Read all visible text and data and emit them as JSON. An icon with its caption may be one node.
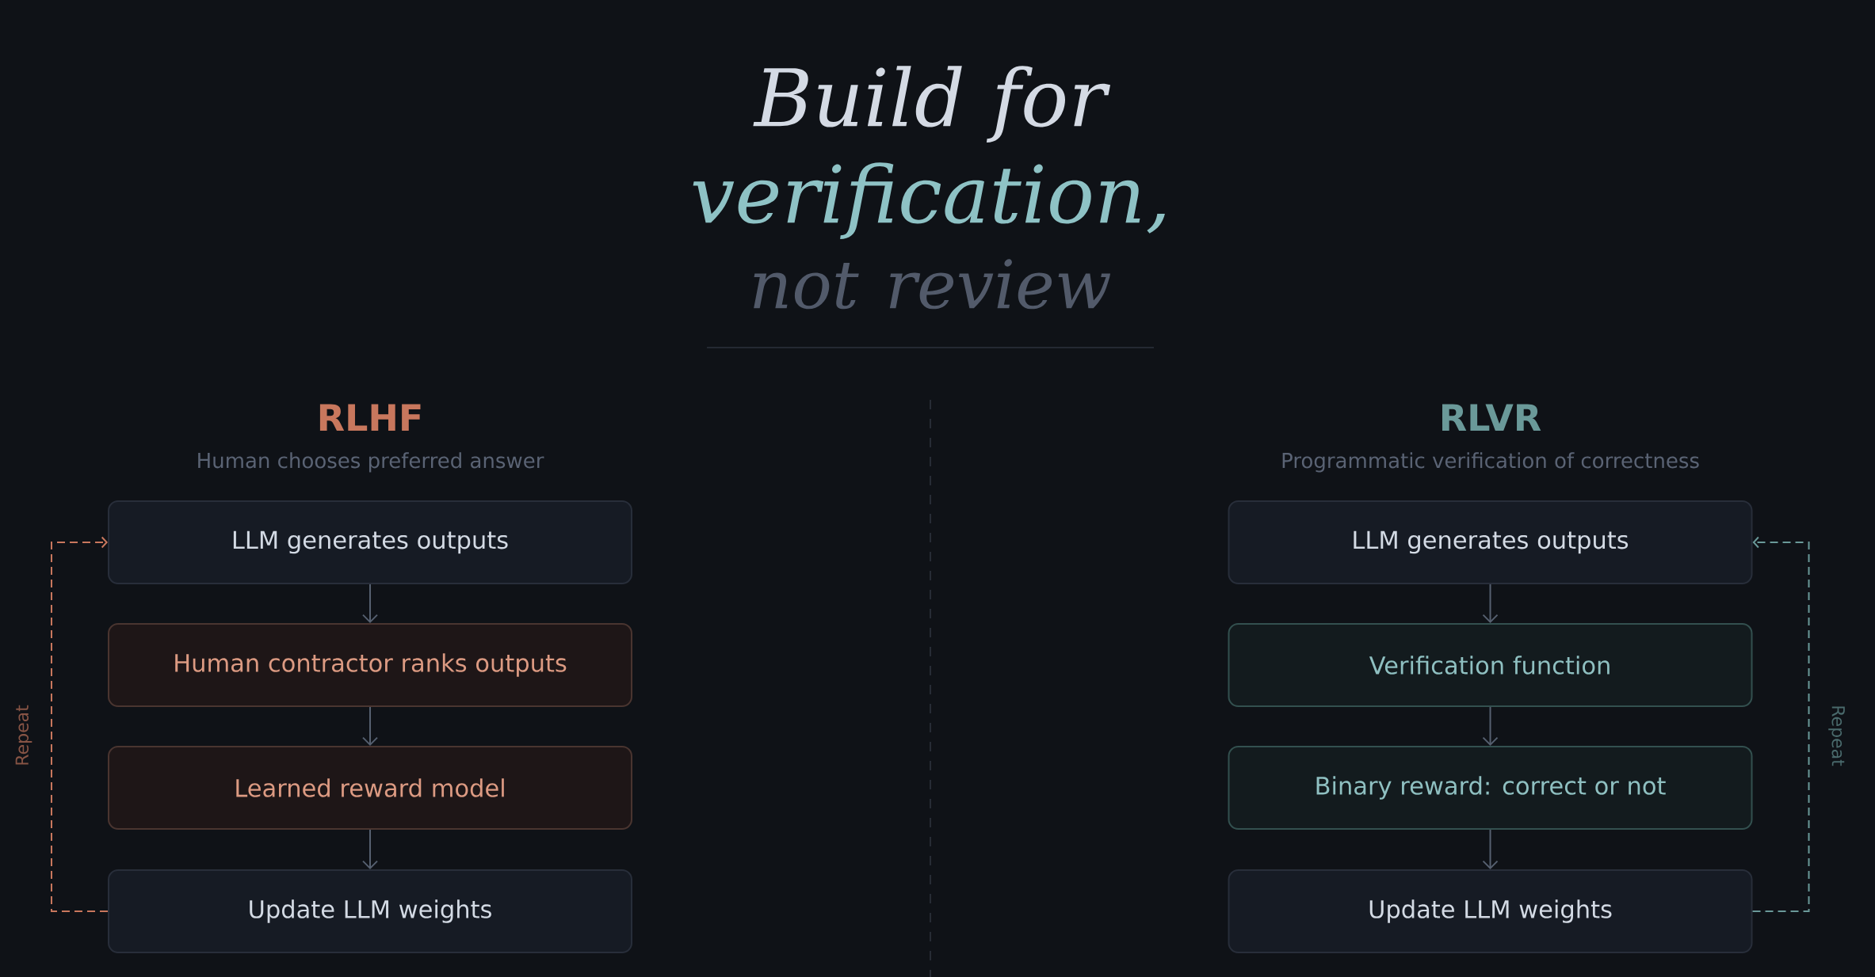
{
  "diagram": {
    "title": "Build for verification, not review",
    "nodes": [
      {
        "text": [
          "LLM generates outputs"
        ]
      },
      {
        "text": [
          "Human contractor ranks outputs"
        ]
      },
      {
        "text": [
          "Learned reward model"
        ]
      },
      {
        "text": [
          "Update LLM weights"
        ]
      },
      {
        "text": [
          "LLM generates outputs"
        ]
      },
      {
        "text": [
          "Verification function"
        ]
      },
      {
        "text": [
          "Binary reward: correct or not"
        ]
      },
      {
        "text": [
          "Update LLM weights"
        ]
      }
    ],
    "edges": [
      {
        "from": 0,
        "to": 1,
        "arrow": "to"
      },
      {
        "from": 1,
        "to": 2,
        "arrow": "to"
      },
      {
        "from": 2,
        "to": 3,
        "arrow": "to"
      },
      {
        "from": 3,
        "to": 0,
        "arrow": "to",
        "style": "dashed",
        "color": "#c8775d",
        "label": "Repeat"
      },
      {
        "from": 4,
        "to": 5,
        "arrow": "to"
      },
      {
        "from": 5,
        "to": 6,
        "arrow": "to"
      },
      {
        "from": 6,
        "to": 7,
        "arrow": "to"
      },
      {
        "from": 7,
        "to": 4,
        "arrow": "to",
        "style": "dashed",
        "color": "#6a9999",
        "label": "Repeat"
      }
    ],
    "labels": [
      "RLHF",
      "Human chooses preferred answer",
      "RLVR",
      "Programmatic verification of correctness"
    ]
  }
}
